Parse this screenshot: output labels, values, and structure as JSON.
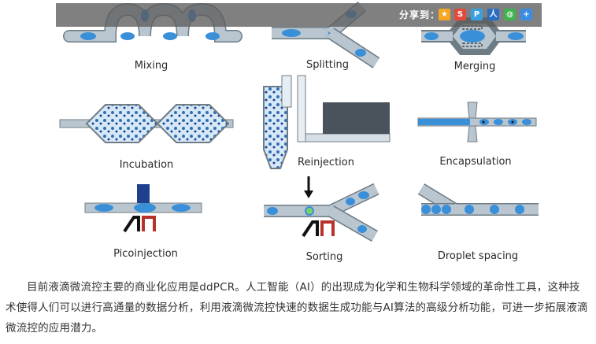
{
  "share": {
    "label": "分享到：",
    "icons": [
      "qzone-icon",
      "weibo-icon",
      "tencent-weibo-icon",
      "renren-icon",
      "wechat-icon",
      "more-share-icon"
    ],
    "icon_colors": [
      "#f5a623",
      "#e24a3b",
      "#3aa0e0",
      "#2b6cc4",
      "#3fb34f",
      "#3b8de0"
    ],
    "icon_glyphs": [
      "★",
      "S",
      "P",
      "人",
      "◍",
      "+"
    ]
  },
  "panels": {
    "mixing": "Mixing",
    "splitting": "Splitting",
    "merging": "Merging",
    "incubation": "Incubation",
    "reinjection": "Reinjection",
    "encapsulation": "Encapsulation",
    "picoinjection": "Picoinjection",
    "sorting": "Sorting",
    "droplet_spacing": "Droplet spacing"
  },
  "colors": {
    "channel": "#b9c6d0",
    "channel_stroke": "#6e7c86",
    "droplet": "#3a8fd9",
    "dark_blue": "#1f3f8f",
    "red": "#b8322c"
  },
  "caption": "目前液滴微流控主要的商业化应用是ddPCR。人工智能（AI）的出现成为化学和生物科学领域的革命性工具，这种技术使得人们可以进行高通量的数据分析，利用液滴微流控快速的数据生成功能与AI算法的高级分析功能，可进一步拓展液滴微流控的应用潜力。"
}
